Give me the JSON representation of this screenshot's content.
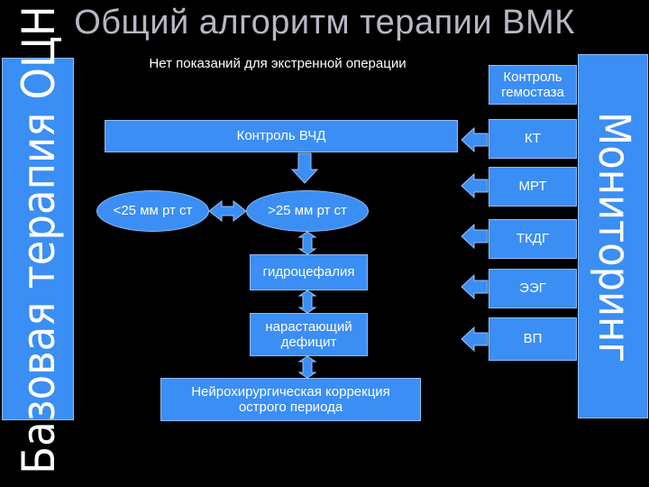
{
  "title": "Общий алгоритм терапии ВМК",
  "subtitle": "Нет показаний для экстренной операции",
  "left_band_label": "Базовая терапия ОЦН",
  "right_band_label": "Мониторинг",
  "flow": {
    "icp_control": "Контроль ВЧД",
    "low_pressure": "<25 мм рт ст",
    "high_pressure": ">25 мм рт ст",
    "hydrocephalus": "гидроцефалия",
    "deficit": "нарастающий дефицит",
    "surgery": "Нейрохирургическая коррекция острого периода"
  },
  "monitoring": {
    "hemostasis": "Контроль гемостаза",
    "items": [
      "КТ",
      "МРТ",
      "ТКДГ",
      "ЭЭГ",
      "ВП"
    ]
  },
  "colors": {
    "background": "#000000",
    "box_fill": "#3b8ef4",
    "title_text": "#b7b7c4"
  }
}
